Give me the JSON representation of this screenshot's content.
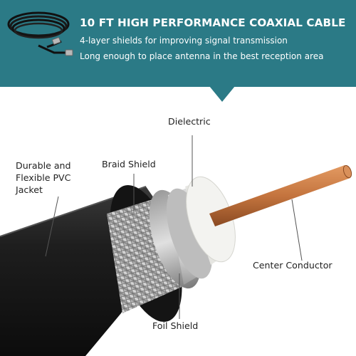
{
  "banner": {
    "title": "10 FT HIGH PERFORMANCE COAXIAL CABLE",
    "lines": [
      "4-layer shields for improving signal transmission",
      "Long enough to place antenna in the best reception area"
    ],
    "color": "#2b7a86"
  },
  "labels": {
    "dielectric": "Dielectric",
    "braid_shield": "Braid Shield",
    "jacket": "Durable and Flexible PVC Jacket",
    "center_conductor": "Center Conductor",
    "foil_shield": "Foil Shield"
  },
  "colors": {
    "jacket": "#1c1c1c",
    "dielectric": "#f1f1ef",
    "conductor": "#c4743e",
    "foil": "#c9c9c9"
  },
  "icons": {
    "coil": "coiled-cable-icon"
  }
}
